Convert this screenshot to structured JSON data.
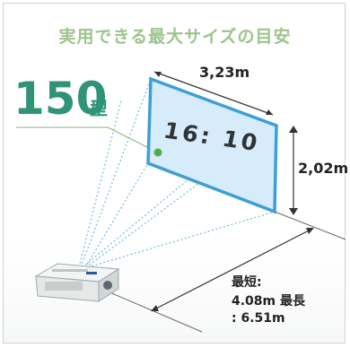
{
  "title": "実用できる最大サイズの目安",
  "size": {
    "number": "150",
    "unit": "型"
  },
  "screen": {
    "aspect": "16: 10",
    "width": "3,23m",
    "height": "2,02m"
  },
  "throw_distance": {
    "line1": "最短:",
    "line2": "4.08m 最長",
    "line3": ": 6.51m"
  },
  "colors": {
    "title": "#9dc58b",
    "size": "#2f9477",
    "screen_fill": "#d6ecfa",
    "screen_border": "#3d9fd3",
    "beam": "#7dbfd8",
    "dot": "#4cae4c"
  }
}
